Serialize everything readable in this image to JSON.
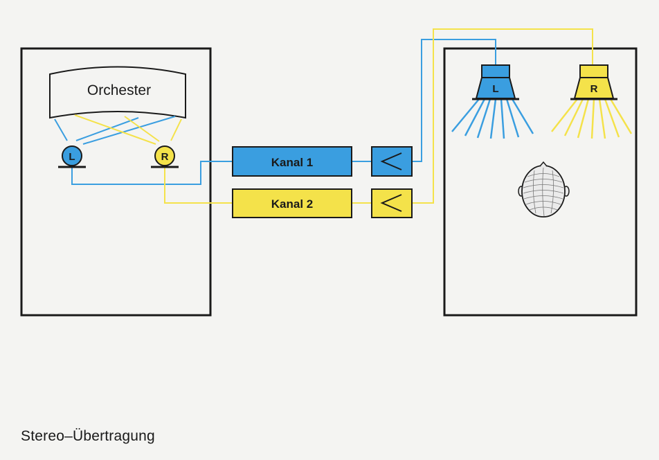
{
  "diagram": {
    "orchestra_label": "Orchester",
    "mic_left_label": "L",
    "mic_right_label": "R",
    "channel_1_label": "Kanal 1",
    "channel_2_label": "Kanal 2",
    "amplifier_symbol": "<",
    "speaker_left_label": "L",
    "speaker_right_label": "R",
    "caption": "Stereo–Übertragung"
  },
  "colors": {
    "left_channel": "#3a9ee0",
    "right_channel": "#f4e24a",
    "outline": "#1a1a1a",
    "background": "#f4f4f2"
  }
}
